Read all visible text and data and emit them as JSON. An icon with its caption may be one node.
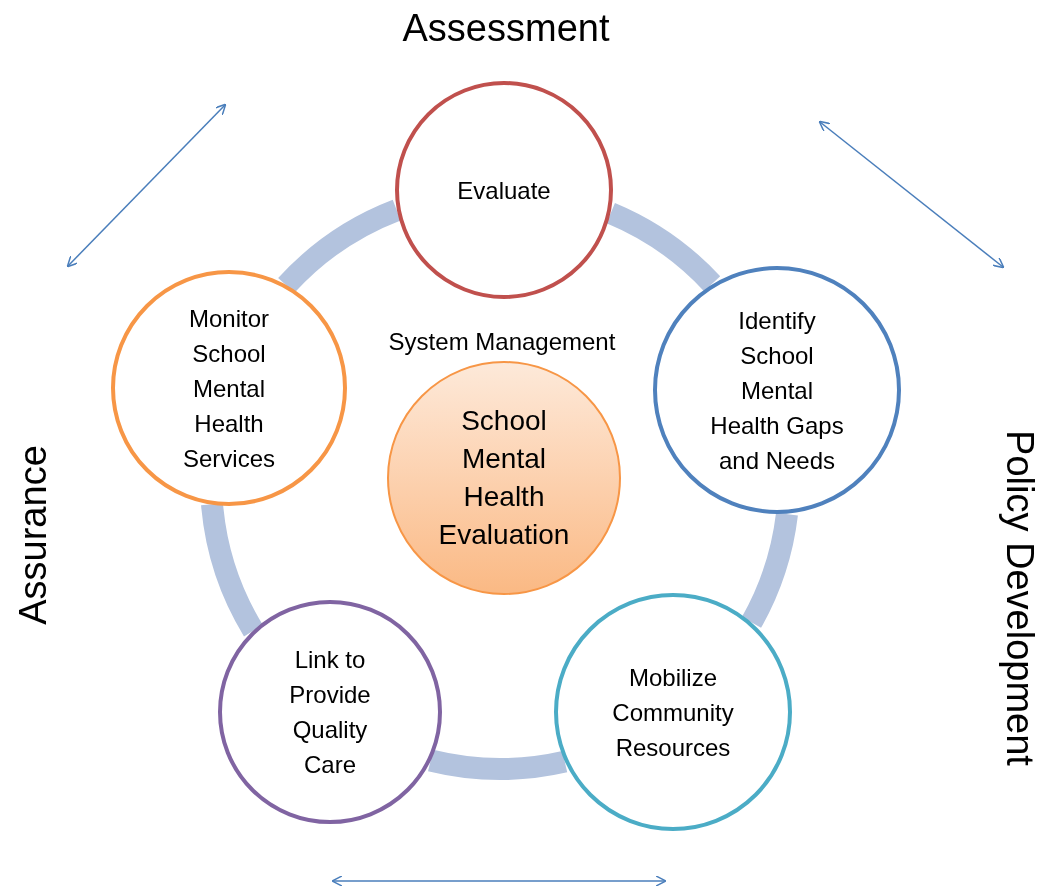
{
  "diagram": {
    "nodes": [
      {
        "text": [
          "Evaluate"
        ]
      },
      {
        "text": [
          "Identify School Mental Health Gaps and Needs"
        ]
      },
      {
        "text": [
          "Mobilize Community Resources"
        ]
      },
      {
        "text": [
          "Link to Provide Quality Care"
        ]
      },
      {
        "text": [
          "Monitor School Mental Health Services"
        ]
      },
      {
        "text": [
          "School Mental Health Evaluation"
        ]
      }
    ],
    "edges": [
      {
        "from": 0,
        "to": 1,
        "arrow": "none"
      },
      {
        "from": 1,
        "to": 2,
        "arrow": "none"
      },
      {
        "from": 2,
        "to": 3,
        "arrow": "none"
      },
      {
        "from": 3,
        "to": 4,
        "arrow": "none"
      },
      {
        "from": 4,
        "to": 0,
        "arrow": "none"
      }
    ],
    "labels": [
      "Assessment",
      "System Management",
      "Assurance",
      "Policy Development"
    ]
  }
}
